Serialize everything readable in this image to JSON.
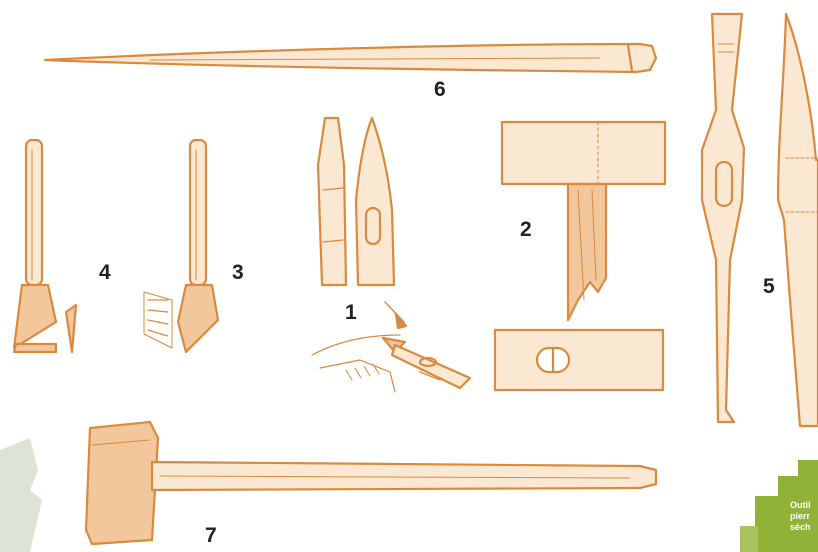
{
  "labels": {
    "n1": "1",
    "n2": "2",
    "n3": "3",
    "n4": "4",
    "n5": "5",
    "n6": "6",
    "n7": "7"
  },
  "badge": {
    "text": "Outil\npierr\nsèch"
  },
  "colors": {
    "line": "#d98a3e",
    "fill": "#f2c79b",
    "badge": "#8fb237",
    "badge_light": "#c3d48b",
    "watermark": "#dde4d6"
  }
}
